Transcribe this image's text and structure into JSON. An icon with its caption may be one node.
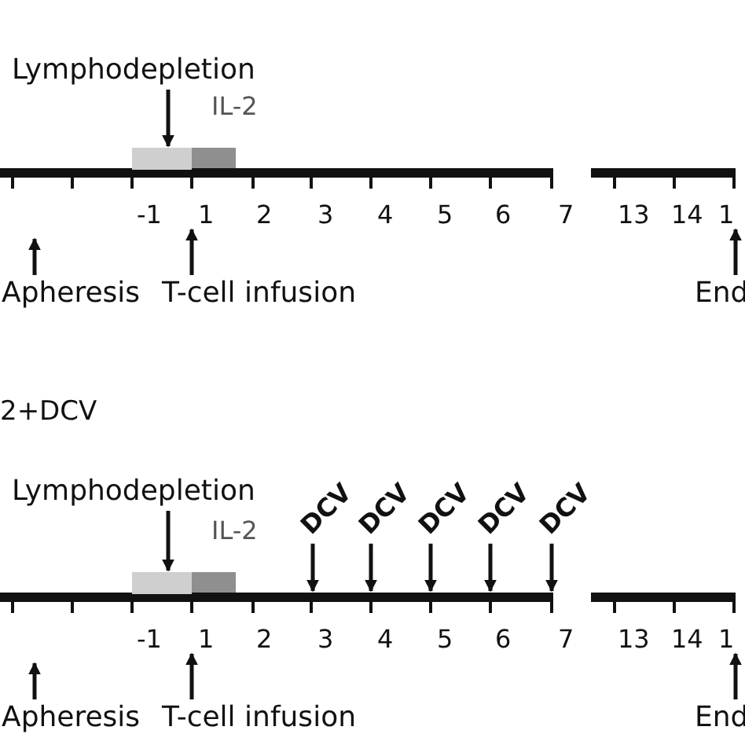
{
  "diagram": {
    "nodes": [
      {
        "text": [
          "Lymphodepletion"
        ]
      },
      {
        "text": [
          "Apheresis"
        ]
      },
      {
        "text": [
          "T-cell infusion"
        ]
      },
      {
        "text": [
          "End"
        ]
      },
      {
        "text": [
          "Lymphodepletion"
        ]
      },
      {
        "text": [
          "DCV"
        ]
      },
      {
        "text": [
          "DCV"
        ]
      },
      {
        "text": [
          "DCV"
        ]
      },
      {
        "text": [
          "DCV"
        ]
      },
      {
        "text": [
          "DCV"
        ]
      },
      {
        "text": [
          "Apheresis"
        ]
      },
      {
        "text": [
          "T-cell infusion"
        ]
      },
      {
        "text": [
          "End"
        ]
      },
      {
        "text": [],
        "shape": "bar"
      },
      {
        "text": [
          "1"
        ]
      },
      {
        "text": [
          "1"
        ]
      },
      {
        "text": [],
        "shape": "bar"
      },
      {
        "text": [
          "1"
        ]
      },
      {
        "text": [
          "1"
        ]
      }
    ],
    "edges": [
      {
        "from": 0,
        "to": 13,
        "arrow": "to"
      },
      {
        "from": 1,
        "to": null,
        "arrow": "to"
      },
      {
        "from": 2,
        "to": 14,
        "arrow": "to"
      },
      {
        "from": 3,
        "to": 15,
        "arrow": "to"
      },
      {
        "from": 4,
        "to": 16,
        "arrow": "to"
      },
      {
        "from": 5,
        "to": null,
        "arrow": "to"
      },
      {
        "from": 6,
        "to": null,
        "arrow": "to"
      },
      {
        "from": 7,
        "to": null,
        "arrow": "to"
      },
      {
        "from": 8,
        "to": null,
        "arrow": "to"
      },
      {
        "from": 9,
        "to": null,
        "arrow": "to"
      },
      {
        "from": 10,
        "to": null,
        "arrow": "to"
      },
      {
        "from": 11,
        "to": 17,
        "arrow": "to"
      },
      {
        "from": 12,
        "to": 18,
        "arrow": "to"
      }
    ],
    "labels": [
      "IL-2",
      "-1",
      "2",
      "3",
      "4",
      "5",
      "6",
      "7",
      "13",
      "14",
      "2+DCV",
      "IL-2",
      "-1",
      "2",
      "3",
      "4",
      "5",
      "6",
      "7",
      "13",
      "14"
    ]
  }
}
